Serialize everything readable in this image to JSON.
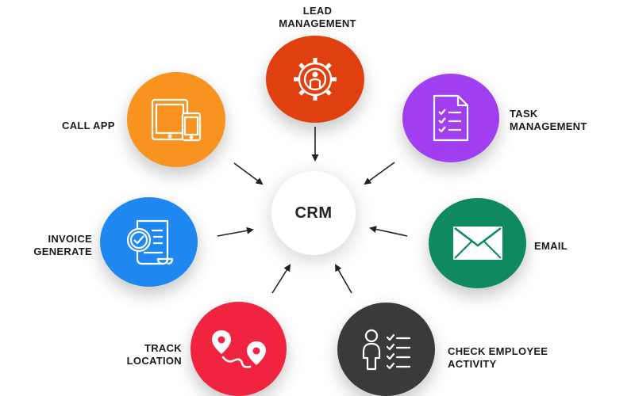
{
  "diagram": {
    "center": {
      "label": "CRM"
    },
    "nodes": [
      {
        "id": "lead-management",
        "lines": [
          "LEAD",
          "MANAGEMENT"
        ],
        "color": "#e0400f",
        "icon": "gear-person-icon"
      },
      {
        "id": "task-management",
        "lines": [
          "TASK",
          "MANAGEMENT"
        ],
        "color": "#a13ff0",
        "icon": "checklist-document-icon"
      },
      {
        "id": "email",
        "lines": [
          "EMAIL"
        ],
        "color": "#0f8a5f",
        "icon": "envelope-icon"
      },
      {
        "id": "check-employee-activity",
        "lines": [
          "CHECK EMPLOYEE",
          "ACTIVITY"
        ],
        "color": "#3a3a3a",
        "icon": "employee-checklist-icon"
      },
      {
        "id": "track-location",
        "lines": [
          "TRACK",
          "LOCATION"
        ],
        "color": "#f0243f",
        "icon": "route-pins-icon"
      },
      {
        "id": "invoice-generate",
        "lines": [
          "INVOICE",
          "GENERATE"
        ],
        "color": "#1e88f0",
        "icon": "invoice-check-icon"
      },
      {
        "id": "call-app",
        "lines": [
          "CALL APP"
        ],
        "color": "#f7931e",
        "icon": "tablet-phone-icon"
      }
    ]
  }
}
